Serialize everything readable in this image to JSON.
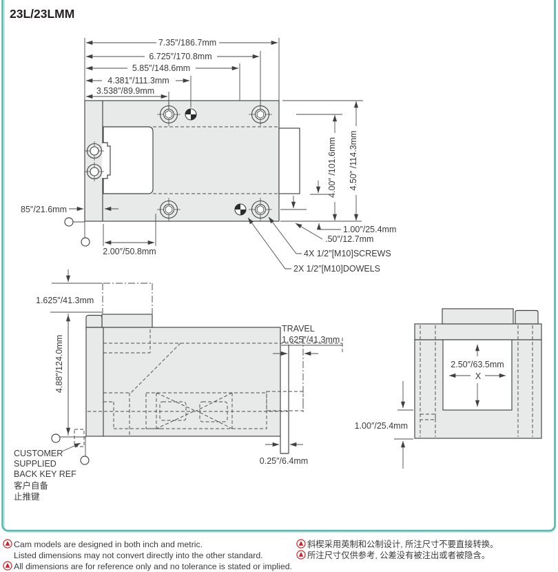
{
  "title": "23L/23LMM",
  "colors": {
    "teal_border": "#56b8af",
    "teal_border_light": "#c6e6e2",
    "drawing_line": "#404042",
    "body_fill": "#e8e9e9",
    "note_red": "#cc2127",
    "text": "#3a3a3c"
  },
  "top_view": {
    "dims": {
      "d735": "7.35″/186.7mm",
      "d6725": "6.725″/170.8mm",
      "d585": "5.85″/148.6mm",
      "d4381": "4.381″/111.3mm",
      "d3538": "3.538″/89.9mm",
      "d450": "4.50″ /114.3mm",
      "d400": "4.00″ /101.6mm",
      "d100": "1.00″/25.4mm",
      "d50": ".50″/12.7mm",
      "d85": "85″/21.6mm",
      "d200": "2.00″/50.8mm"
    },
    "callouts": {
      "screws": "4X 1/2″[M10]SCREWS",
      "dowels": "2X 1/2″[M10]DOWELS"
    }
  },
  "side_view": {
    "dims": {
      "d1625": "1.625″/41.3mm",
      "d488": "4.88″/124.0mm",
      "travel_label": "TRAVEL",
      "travel_value": "1.625″/41.3mm",
      "d025": "0.25″/6.4mm"
    },
    "back_key_note": {
      "l1": "CUSTOMER",
      "l2": "SUPPLIED",
      "l3": "BACK KEY REF",
      "l4": "客户自备",
      "l5": "止推键"
    }
  },
  "end_view": {
    "dims": {
      "d250": "2.50″/63.5mm",
      "x_label": "X",
      "d100": "1.00″/25.4mm"
    }
  },
  "footnotes": {
    "en": [
      "Cam models are designed in both inch and metric.",
      "Listed dimensions may not convert directly into the other standard.",
      "All dimensions are for reference only and no tolerance is stated or implied."
    ],
    "zh": [
      "斜楔采用英制和公制设计, 所注尺寸不要直接转换。",
      "所注尺寸仅供参考, 公差没有被注出或者被隐含。"
    ]
  }
}
